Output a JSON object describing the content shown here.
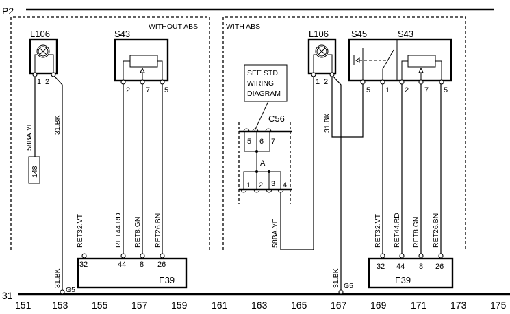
{
  "rails": {
    "top_label": "P2",
    "bottom_label": "31"
  },
  "grid_numbers": [
    "151",
    "153",
    "155",
    "157",
    "159",
    "161",
    "163",
    "165",
    "167",
    "169",
    "171",
    "173",
    "175"
  ],
  "sections": {
    "left_title": "WITHOUT ABS",
    "right_title": "WITH ABS"
  },
  "left": {
    "lamp": {
      "name": "L106",
      "pins": [
        "1",
        "2"
      ]
    },
    "sensor": {
      "name": "S43",
      "pins": [
        "2",
        "7",
        "5"
      ]
    },
    "wire_lamp_pin1": "58BA.YE",
    "wire_lamp_pin2": "31.BK",
    "ref_box": "148",
    "ground_wire": "31.BK",
    "ground_point": "G5",
    "ecu": {
      "name": "E39",
      "pins": [
        "32",
        "44",
        "8",
        "26"
      ],
      "wires": [
        "RET32.VT",
        "RET44.RD",
        "RET8.GN",
        "RET26.BN"
      ]
    }
  },
  "right": {
    "note": [
      "SEE STD.",
      "WIRING",
      "DIAGRAM"
    ],
    "connector": {
      "name": "C56",
      "top_pins": [
        "5",
        "6",
        "7"
      ],
      "bottom_pins": [
        "1",
        "2",
        "3",
        "4"
      ],
      "splice": "A"
    },
    "lamp": {
      "name": "L106",
      "pins": [
        "1",
        "2"
      ]
    },
    "switch": {
      "name": "S45",
      "pins": [
        "5",
        "1"
      ]
    },
    "sensor": {
      "name": "S43",
      "pins": [
        "2",
        "7",
        "5"
      ]
    },
    "wire_lamp_pin2": "31.BK",
    "wire_connector_pin4": "58BA.YE",
    "ground_wire": "31.BK",
    "ground_point": "G5",
    "ecu": {
      "name": "E39",
      "pins": [
        "32",
        "44",
        "8",
        "26"
      ],
      "wires": [
        "RET32.VT",
        "RET44.RD",
        "RET8.GN",
        "RET26.BN"
      ]
    }
  }
}
